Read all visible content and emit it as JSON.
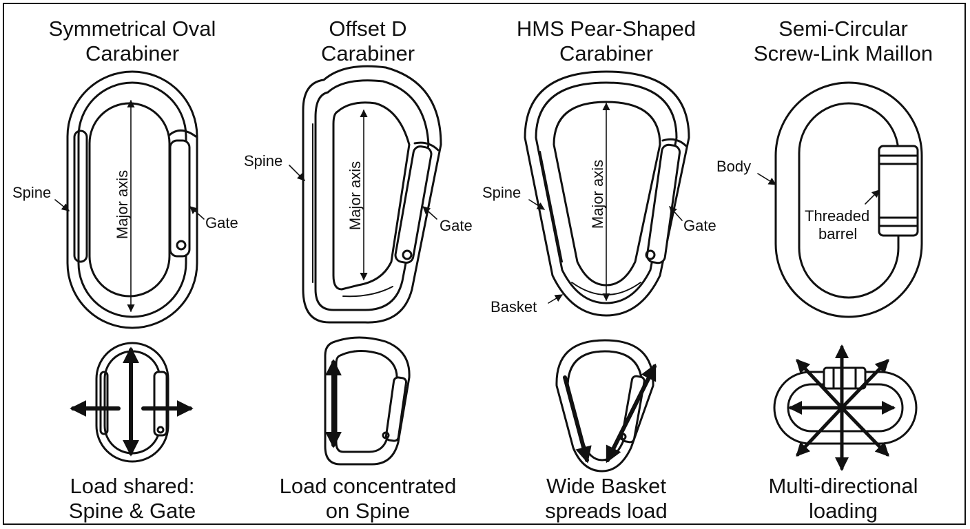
{
  "panels": [
    {
      "title_lines": [
        "Symmetrical Oval",
        "Carabiner"
      ],
      "labels": {
        "spine": "Spine",
        "axis": "Major axis",
        "gate": "Gate"
      },
      "caption_lines": [
        "Load shared:",
        "Spine & Gate"
      ]
    },
    {
      "title_lines": [
        "Offset D",
        "Carabiner"
      ],
      "labels": {
        "spine": "Spine",
        "axis": "Major axis",
        "gate": "Gate"
      },
      "caption_lines": [
        "Load concentrated",
        "on Spine"
      ]
    },
    {
      "title_lines": [
        "HMS Pear-Shaped",
        "Carabiner"
      ],
      "labels": {
        "spine": "Spine",
        "axis": "Major axis",
        "gate": "Gate",
        "basket": "Basket"
      },
      "caption_lines": [
        "Wide Basket",
        "spreads load"
      ]
    },
    {
      "title_lines": [
        "Semi-Circular",
        "Screw-Link Maillon"
      ],
      "labels": {
        "body": "Body",
        "barrel_line1": "Threaded",
        "barrel_line2": "barrel"
      },
      "caption_lines": [
        "Multi-directional",
        "loading"
      ]
    }
  ],
  "colors": {
    "line": "#111111",
    "background": "#ffffff"
  }
}
